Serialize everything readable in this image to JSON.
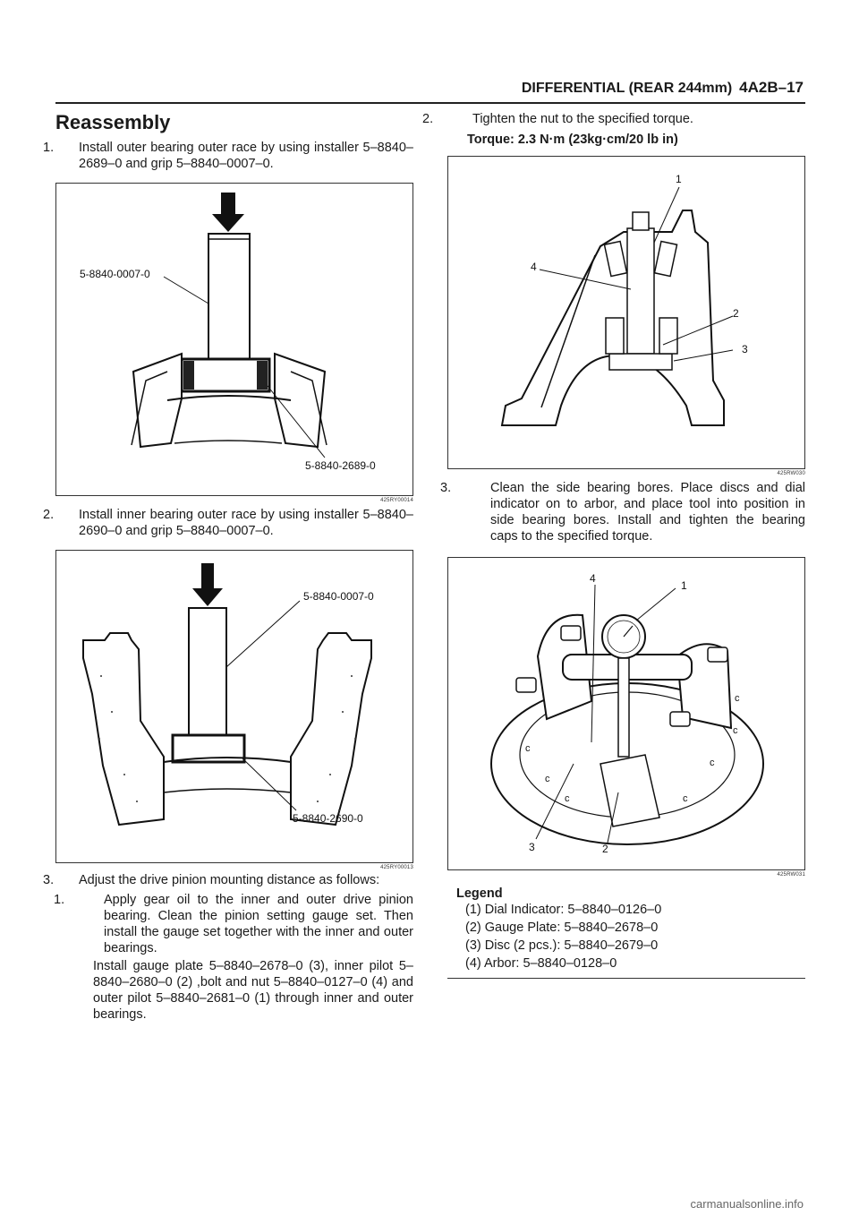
{
  "header": {
    "title": "DIFFERENTIAL (REAR 244mm)",
    "page": "4A2B–17"
  },
  "section_title": "Reassembly",
  "left": {
    "step1": {
      "num": "1.",
      "text": "Install outer bearing outer race by using installer 5–8840–2689–0 and grip 5–8840–0007–0."
    },
    "fig1": {
      "label_top": "5-8840-0007-0",
      "label_bottom": "5-8840-2689-0",
      "code": "425RY00014"
    },
    "step2": {
      "num": "2.",
      "text": "Install inner bearing outer race by using installer 5–8840–2690–0 and grip 5–8840–0007–0."
    },
    "fig2": {
      "label_top": "5-8840-0007-0",
      "label_bottom": "5-8840-2690-0",
      "code": "425RY00013"
    },
    "step3": {
      "num": "3.",
      "text": "Adjust the drive pinion mounting distance as follows:"
    },
    "sub1": {
      "num": "1.",
      "text": "Apply gear oil to the inner and outer drive pinion bearing.  Clean the pinion setting gauge set. Then install the gauge set together with the inner and outer bearings."
    },
    "sub1_para": "Install gauge plate 5–8840–2678–0 (3), inner pilot 5–8840–2680–0 (2) ,bolt and nut 5–8840–0127–0 (4) and outer pilot 5–8840–2681–0 (1) through inner and outer bearings."
  },
  "right": {
    "sub2": {
      "num": "2.",
      "text": "Tighten the nut to the specified torque."
    },
    "torque": "Torque: 2.3 N·m (23kg·cm/20 lb in)",
    "fig3": {
      "c1": "1",
      "c2": "2",
      "c3": "3",
      "c4": "4",
      "code": "425RW030"
    },
    "sub3": {
      "num": "3.",
      "text": "Clean the side bearing bores. Place discs and dial indicator on to arbor, and place tool into position in side bearing bores. Install and tighten the bearing caps to the specified torque."
    },
    "fig4": {
      "c1": "1",
      "c2": "2",
      "c3": "3",
      "c4": "4",
      "code": "425RW031"
    },
    "legend": {
      "title": "Legend",
      "items": [
        "(1)   Dial Indicator: 5–8840–0126–0",
        "(2)   Gauge Plate: 5–8840–2678–0",
        "(3)   Disc (2 pcs.): 5–8840–2679–0",
        "(4)   Arbor: 5–8840–0128–0"
      ]
    }
  },
  "watermark": "carmanualsonline.info"
}
